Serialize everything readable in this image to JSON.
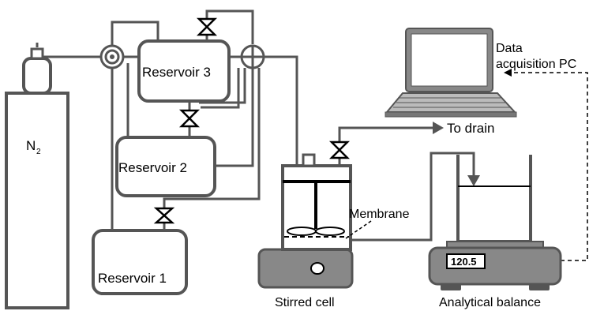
{
  "labels": {
    "n2_main": "N",
    "n2_sub": "2",
    "reservoir_1": "Reservoir 1",
    "reservoir_2": "Reservoir 2",
    "reservoir_3": "Reservoir 3",
    "data_pc_line1": "Data",
    "data_pc_line2": "acquisition PC",
    "to_drain": "To drain",
    "membrane": "Membrane",
    "stirred_cell": "Stirred cell",
    "analytical_balance": "Analytical balance",
    "balance_reading": "120.5"
  },
  "colors": {
    "pipe": "#555555",
    "equipment_base": "#888888",
    "line_black": "#000000"
  },
  "icons": {
    "gas_cylinder": "n2-cylinder-icon",
    "valve": "valve-icon",
    "three_way_valve": "three-way-valve-icon",
    "laptop": "laptop-icon",
    "stirrer": "stirrer-icon",
    "balance": "balance-icon"
  }
}
